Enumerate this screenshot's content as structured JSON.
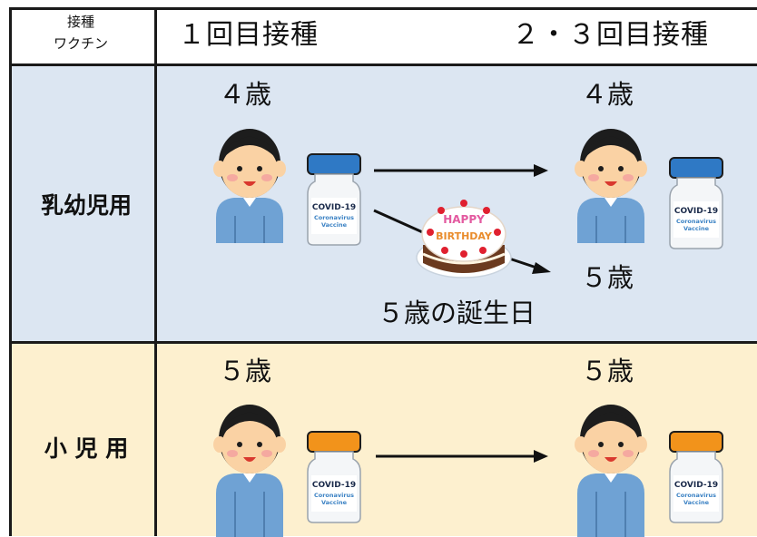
{
  "header": {
    "corner_label_line1": "接種",
    "corner_label_line2": "ワクチン",
    "col1": "１回目接種",
    "col2": "２・３回目接種"
  },
  "rows": [
    {
      "label": "乳幼児用",
      "first_age": "４歳",
      "second_age": "４歳",
      "alt_age": "５歳",
      "note": "５歳の誕生日",
      "cap_color": "#2f79c5"
    },
    {
      "label": "小 児 用",
      "first_age": "５歳",
      "second_age": "５歳",
      "cap_color": "#f2931b"
    }
  ],
  "vial": {
    "line1": "COVID-19",
    "line2": "Coronavirus",
    "line3": "Vaccine"
  },
  "cake": {
    "line1": "HAPPY",
    "line2": "BIRTHDAY"
  },
  "colors": {
    "row1_bg": "#dce6f2",
    "row2_bg": "#fdf0cf",
    "shirt": "#6fa2d4",
    "skin": "#fad2a4",
    "hair": "#1d1d1d"
  }
}
